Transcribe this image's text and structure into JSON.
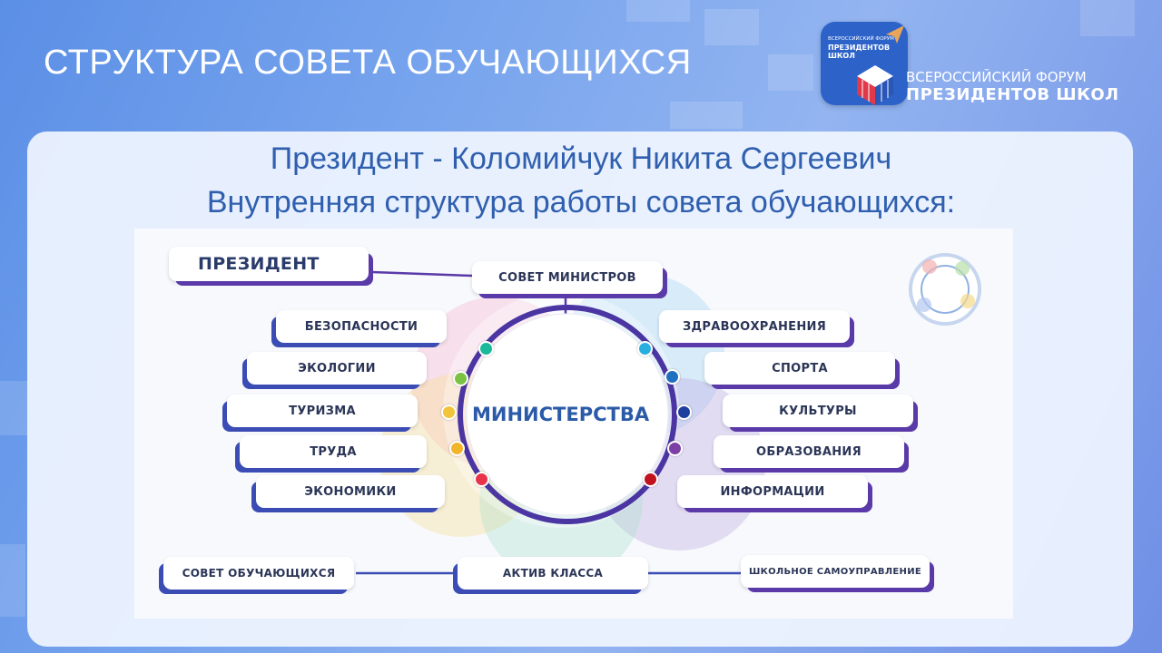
{
  "slide": {
    "title": "СТРУКТУРА СОВЕТА ОБУЧАЮЩИХСЯ",
    "subtitle_line1": "Президент - Коломийчук Никита Сергеевич",
    "subtitle_line2": "Внутренняя структура работы совета обучающихся:"
  },
  "logo": {
    "badge_small": "ВСЕРОССИЙСКИЙ ФОРУМ",
    "badge_big": "ПРЕЗИДЕНТОВ ШКОЛ",
    "line1": "ВСЕРОССИЙСКИЙ ФОРУМ",
    "line2": "ПРЕЗИДЕНТОВ ШКОЛ"
  },
  "diagram": {
    "president": "ПРЕЗИДЕНТ",
    "council_of_ministers": "СОВЕТ МИНИСТРОВ",
    "center": "МИНИСТЕРСТВА",
    "left_ministries": [
      "БЕЗОПАСНОСТИ",
      "ЭКОЛОГИИ",
      "ТУРИЗМА",
      "ТРУДА",
      "ЭКОНОМИКИ"
    ],
    "right_ministries": [
      "ЗДРАВООХРАНЕНИЯ",
      "СПОРТА",
      "КУЛЬТУРЫ",
      "ОБРАЗОВАНИЯ",
      "ИНФОРМАЦИИ"
    ],
    "bottom": {
      "student_council": "СОВЕТ ОБУЧАЮЩИХСЯ",
      "class_activists": "АКТИВ КЛАССА",
      "school_self_government": "ШКОЛЬНОЕ САМОУПРАВЛЕНИЕ"
    },
    "dot_colors_left": [
      "#1bb89a",
      "#7cc242",
      "#f2c43a",
      "#f2b52a",
      "#e8344a"
    ],
    "dot_colors_right": [
      "#29aee0",
      "#1f6fc1",
      "#1f3f9e",
      "#7b3fa6",
      "#c1121f"
    ],
    "ring_color": "#4a35a2",
    "shadow_color": "#5a3aa8"
  }
}
